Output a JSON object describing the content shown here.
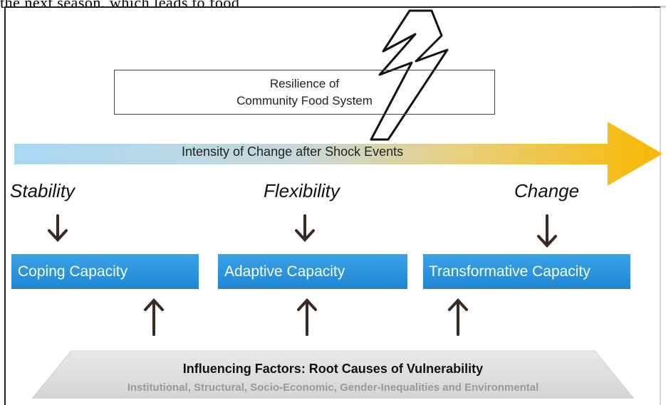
{
  "top_text": "the next season, which leads to food",
  "resilience_box": {
    "line1": "Resilience of",
    "line2": "Community Food System"
  },
  "arrow": {
    "label": "Intensity of Change after Shock Events",
    "gradient_start": "#a9d7f2",
    "gradient_end": "#f8b800"
  },
  "stages": [
    {
      "label": "Stability",
      "capacity": "Coping Capacity"
    },
    {
      "label": "Flexibility",
      "capacity": "Adaptive Capacity"
    },
    {
      "label": "Change",
      "capacity": "Transformative Capacity"
    }
  ],
  "base": {
    "title": "Influencing Factors: Root Causes of Vulnerability",
    "subtitle": "Institutional, Structural, Socio-Economic, Gender-Inequalities and Environmental"
  },
  "colors": {
    "capacity_blue": "#2a94dd",
    "base_fill": "#e2e2e2",
    "arrow_dark": "#3a2a24"
  },
  "icons": {
    "shock": "lightning-bolt-icon"
  }
}
